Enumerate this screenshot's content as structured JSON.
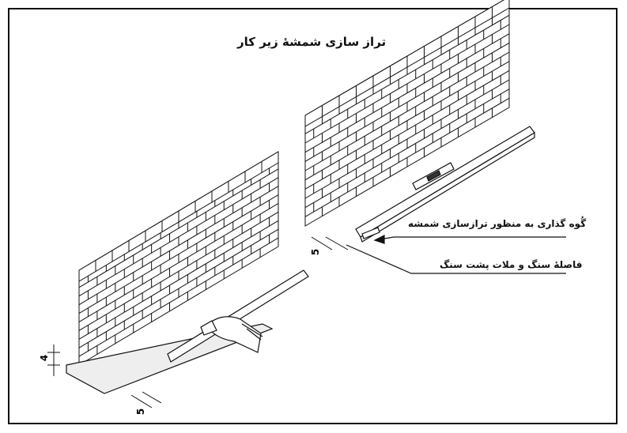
{
  "title": "تراز سازی شمشهٔ زیر کار",
  "labels": {
    "wedge": "گُوه گذاری به منظور ترازسازی شمشه",
    "gap": "فاصلهٔ سنگ و ملات پشت سنگ"
  },
  "dimensions": {
    "right_wall_gap": "5",
    "left_wall_height": "4",
    "left_wall_gap": "5"
  },
  "colors": {
    "line": "#111111",
    "paper": "#ffffff"
  }
}
